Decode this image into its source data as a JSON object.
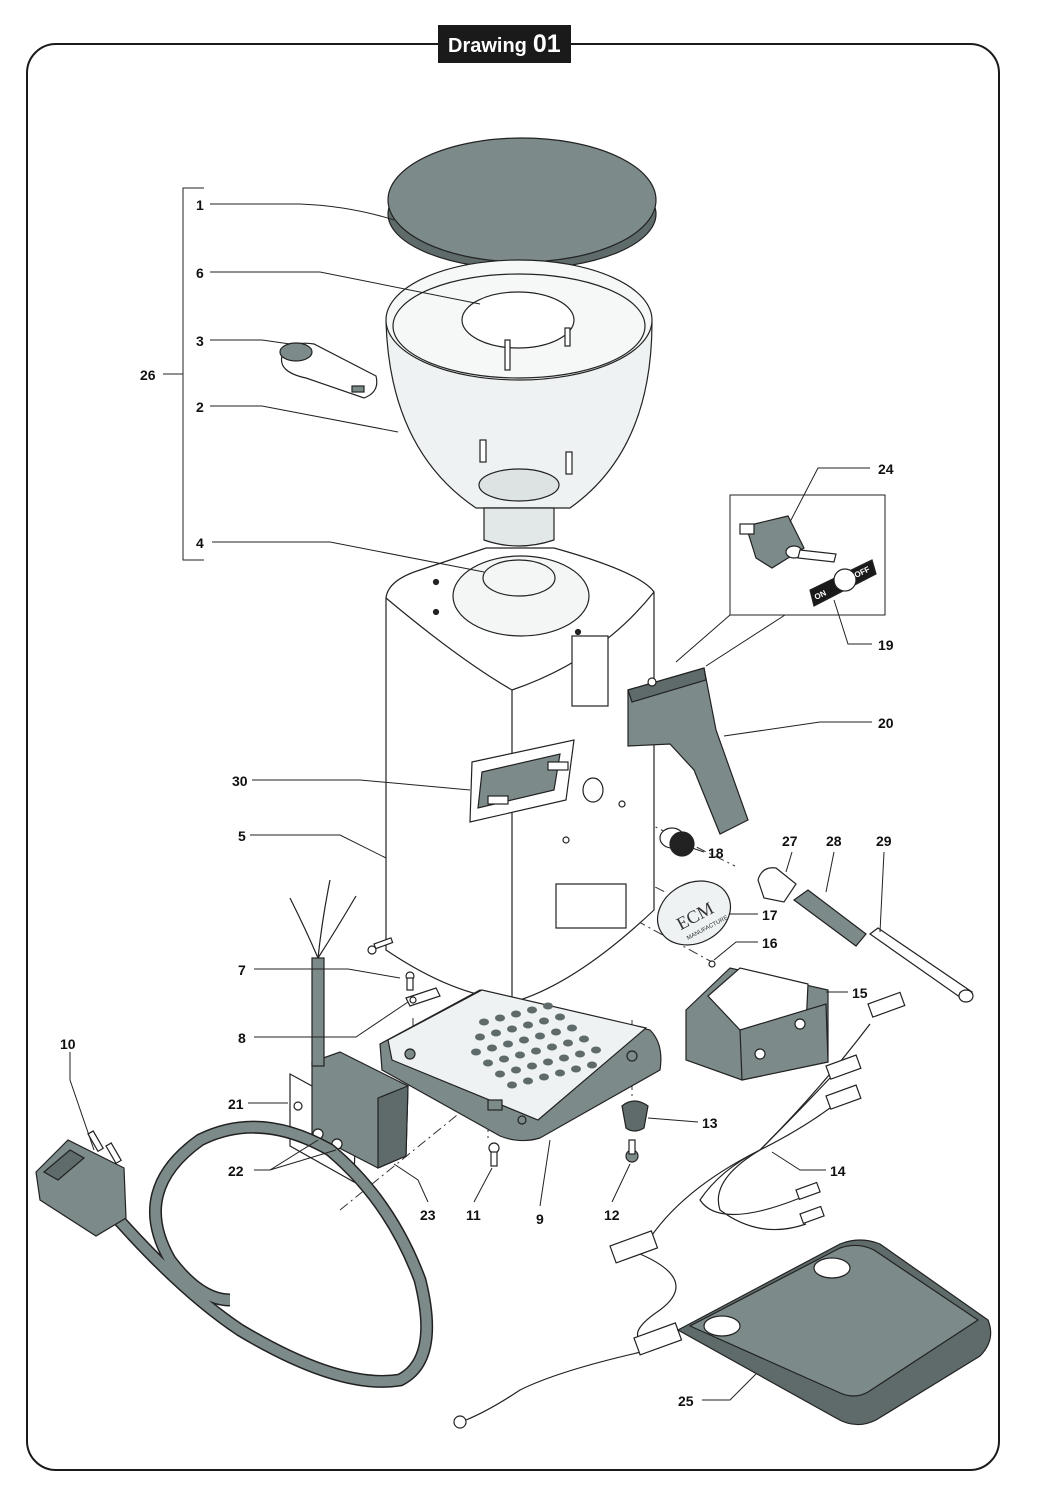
{
  "title": {
    "word": "Drawing",
    "number": "01"
  },
  "colors": {
    "part_fill": "#7d8a8a",
    "part_dark": "#5f6b6b",
    "glass": "#eef2f2",
    "body": "#ffffff",
    "line": "#222222",
    "badge": "#1a1a1a"
  },
  "switch_plate": {
    "on": "ON",
    "off": "OFF"
  },
  "logo": {
    "brand": "ECM",
    "sub": "MANUFACTURE"
  },
  "labels": [
    "1",
    "6",
    "3",
    "26",
    "2",
    "4",
    "24",
    "19",
    "20",
    "30",
    "5",
    "18",
    "27",
    "28",
    "29",
    "17",
    "16",
    "7",
    "8",
    "15",
    "10",
    "21",
    "22",
    "23",
    "11",
    "9",
    "12",
    "13",
    "14",
    "25"
  ]
}
